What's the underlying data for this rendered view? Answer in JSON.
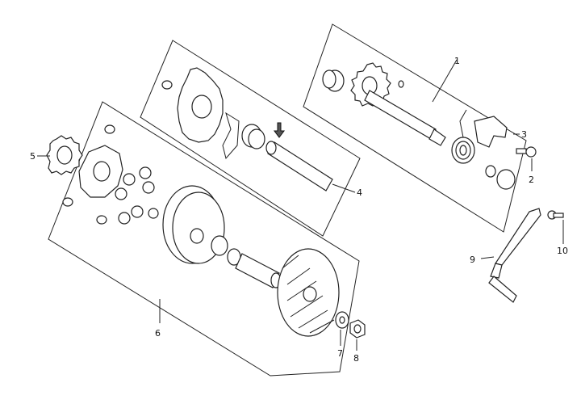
{
  "diagram": {
    "callouts": [
      {
        "id": "c1",
        "text": "1"
      },
      {
        "id": "c2",
        "text": "2"
      },
      {
        "id": "c3",
        "text": "3"
      },
      {
        "id": "c4",
        "text": "4"
      },
      {
        "id": "c5",
        "text": "5"
      },
      {
        "id": "c6",
        "text": "6"
      },
      {
        "id": "c7",
        "text": "7"
      },
      {
        "id": "c8",
        "text": "8"
      },
      {
        "id": "c9",
        "text": "9"
      },
      {
        "id": "c10",
        "text": "10"
      }
    ]
  }
}
